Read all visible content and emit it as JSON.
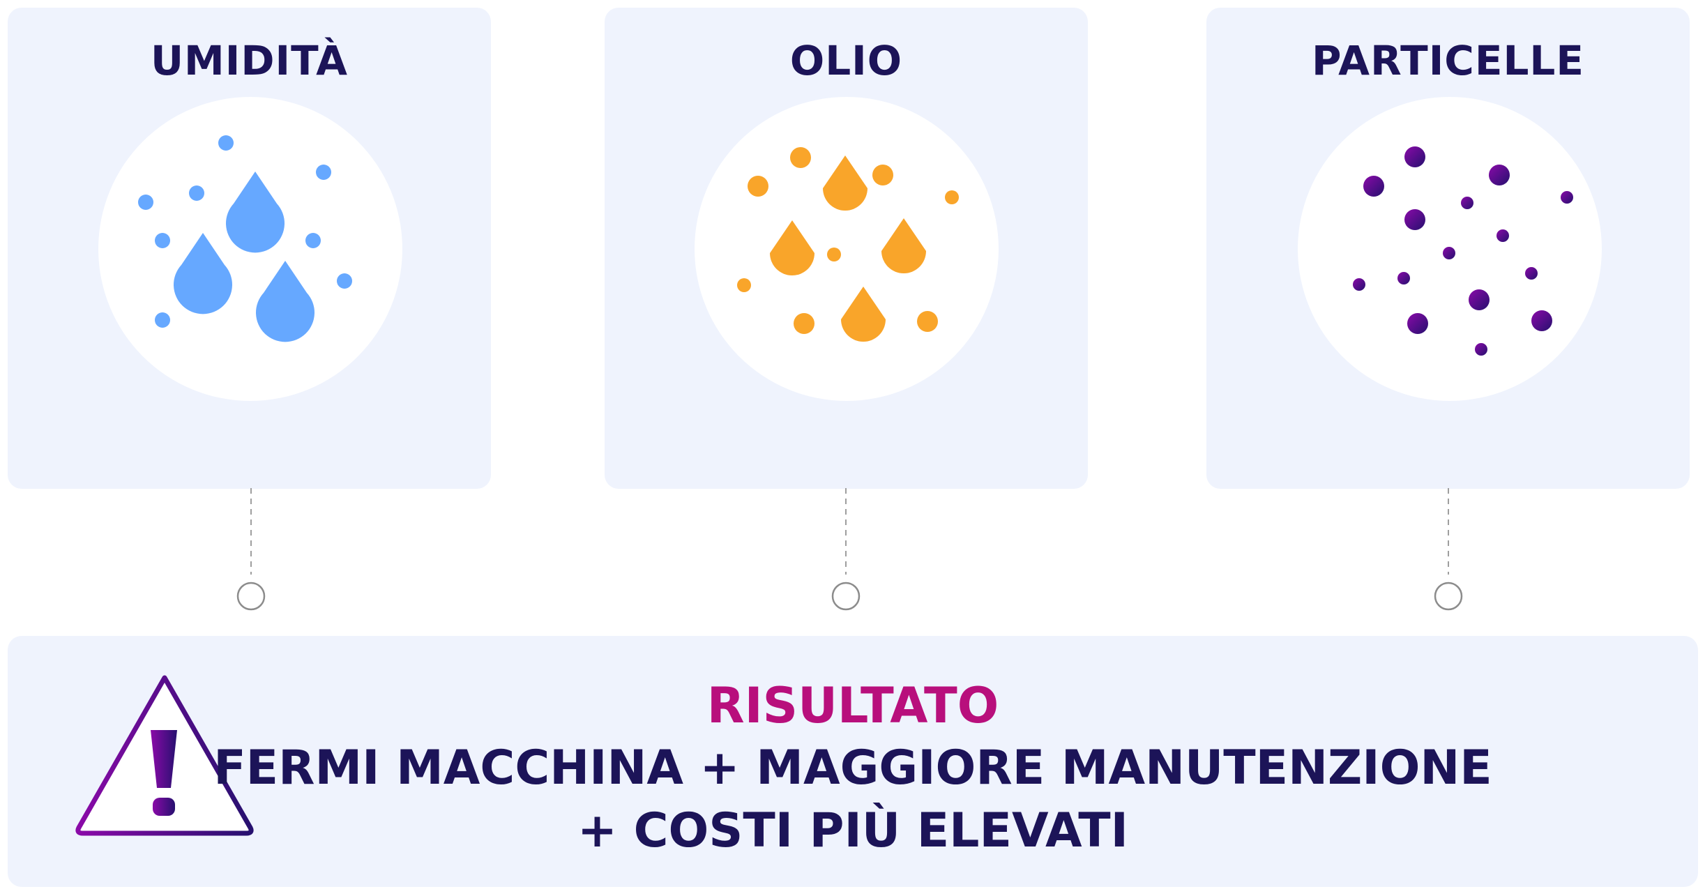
{
  "cards": [
    {
      "title": "UMIDITÀ",
      "icon": "water-drops-icon",
      "color": "#66a8ff"
    },
    {
      "title": "OLIO",
      "icon": "oil-drops-icon",
      "color": "#f9a52a"
    },
    {
      "title": "PARTICELLE",
      "icon": "particles-icon",
      "color_start": "#7a0a9e",
      "color_end": "#2a0e73"
    }
  ],
  "result": {
    "label": "RISULTATO",
    "line1": "FERMI MACCHINA + MAGGIORE MANUTENZIONE",
    "line2": "+ COSTI PIÙ ELEVATI",
    "icon": "warning-triangle-icon"
  },
  "colors": {
    "background": "#ffffff",
    "card": "#eff3fd",
    "title": "#1c1458",
    "accent": "#b80f7c",
    "connector": "#9e9e9e"
  }
}
